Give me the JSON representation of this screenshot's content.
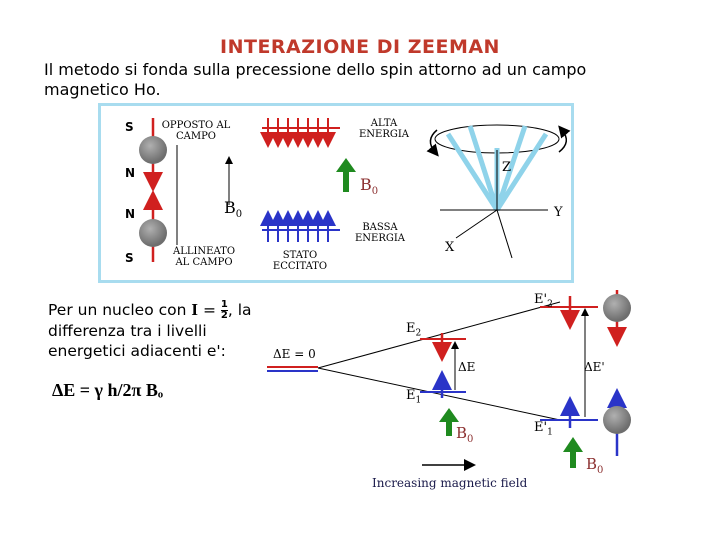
{
  "title": "INTERAZIONE DI ZEEMAN",
  "intro": "Il metodo si fonda sulla precessione dello spin attorno ad un campo magnetico Ho.",
  "top_diagram": {
    "pole_s_top": "S",
    "pole_n_top": "N",
    "pole_n_bottom": "N",
    "pole_s_bottom": "S",
    "label_opposed_1": "OPPOSTO AL",
    "label_opposed_2": "CAMPO",
    "label_aligned_1": "ALLINEATO",
    "label_aligned_2": "AL CAMPO",
    "field_label_left": "B",
    "field_sub": "0",
    "high_energy_1": "ALTA",
    "high_energy_2": "ENERGIA",
    "low_energy_1": "BASSA",
    "low_energy_2": "ENERGIA",
    "excited_1": "STATO",
    "excited_2": "ECCITATO",
    "field_label_mid": "B",
    "axis_z": "Z",
    "axis_y": "Y",
    "axis_x": "X"
  },
  "paragraph": {
    "text_before": "Per un nucleo con",
    "spin_symbol": "I",
    "equals": "=",
    "frac_num": "1",
    "frac_den": "2",
    "text_after": ", la differenza tra i livelli energetici adiacenti e':"
  },
  "formula": "ΔE = γ h/2π Bₒ",
  "energy_diagram": {
    "e2": "E",
    "e2_sub": "2",
    "e1": "E",
    "e1_sub": "1",
    "e2_prime": "E'",
    "e2_prime_sub": "2",
    "e1_prime": "E'",
    "e1_prime_sub": "1",
    "delta_zero": "ΔE = 0",
    "delta_e": "ΔE",
    "delta_e_prime": "ΔE'",
    "b0_mid": "B",
    "b0_right": "B",
    "b0_sub": "0",
    "xaxis_caption": "Increasing magnetic field"
  },
  "colors": {
    "title": "#c0392b",
    "frame": "#a8dcef",
    "red_arrow": "#d0201f",
    "blue_arrow": "#2a34c8",
    "green_arrow": "#1f8a1f",
    "cone": "#8fd3ea",
    "sphere": "#8c8c8c"
  }
}
